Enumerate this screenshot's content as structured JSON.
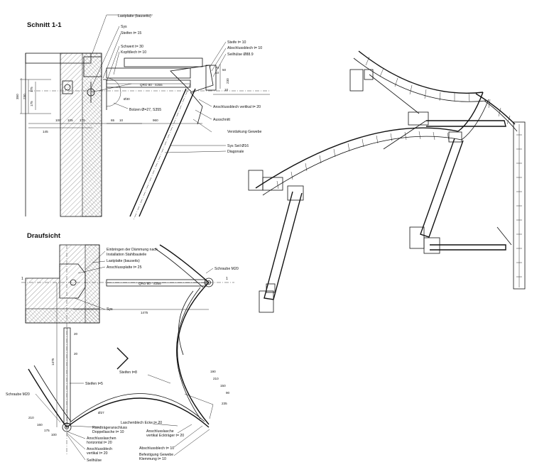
{
  "section": {
    "title": "Schnitt 1-1",
    "callouts": [
      "Lastplatte (bauseits)",
      "Sys",
      "Steifen t= 15",
      "Schwert t= 30",
      "Kopfdlech t= 10",
      "Steife t= 10",
      "Abschlussblech t= 10",
      "Seilhülse Ø88.9",
      "Bolzen Ø=27, S355",
      "Anschlussblech vertikal t= 20",
      "Ausschnitt",
      "Verstärkung Gewebe",
      "Sys Seil Ø16",
      "Diagonale"
    ],
    "dims": [
      "350",
      "230",
      "175",
      "175",
      "145",
      "100",
      "105",
      "175",
      "65",
      "10",
      "960",
      "Ø30",
      "70",
      "10",
      "50",
      "230",
      "10",
      "QRO 80 · S355"
    ]
  },
  "plan": {
    "title": "Draufsicht",
    "callouts": [
      "Einbringen der Dämmung nach",
      "Installation Stahlbauteile",
      "Lastplatte (bauseits)",
      "Anschlussplatte t= 25",
      "Schraube M20",
      "Sys",
      "Steifen t=8",
      "Steifen t=5",
      "Schraube M20",
      "Randträgeranschluss",
      "Doppellasche t= 10",
      "Anschlusslaschen",
      "horizontal t= 20",
      "Anschlussblech",
      "vertikal t= 20",
      "Seilhülse",
      "Laschenblech Ecke t= 20",
      "Anschlusslasche",
      "vertikal Eckträger t= 20",
      "Abschlussblech t= 10",
      "Befestigung Gewebe",
      "Klemmung t= 10"
    ],
    "dims": [
      "1475",
      "1475",
      "20",
      "20",
      "Ø27",
      "190",
      "210",
      "150",
      "90",
      "235",
      "210",
      "160",
      "175",
      "100",
      "QRO 80 · S355",
      "1",
      "1"
    ]
  }
}
